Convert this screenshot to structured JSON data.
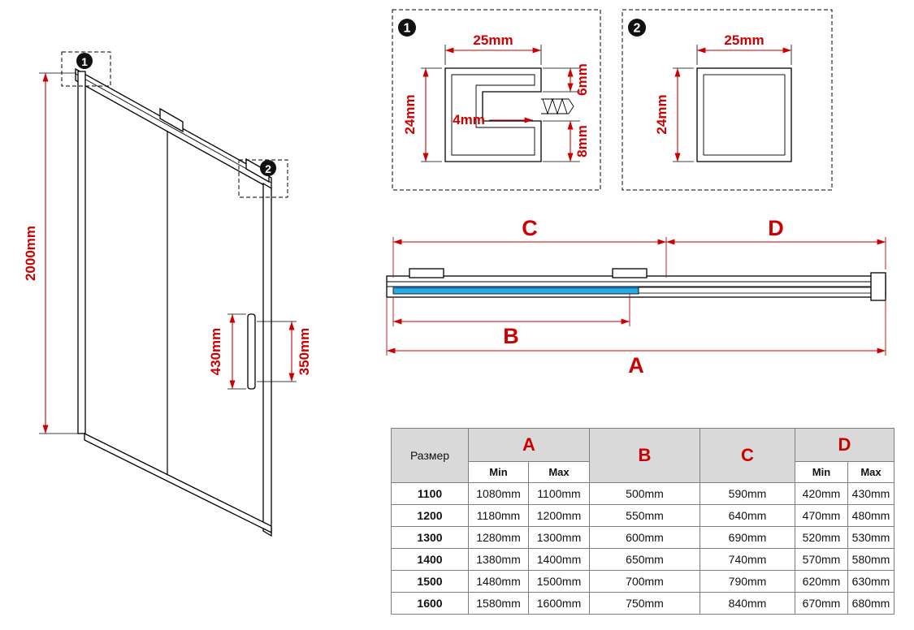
{
  "colors": {
    "dimension_red": "#cc0000",
    "glass_blue": "#29abe2",
    "header_gray": "#d9d9d9",
    "line_black": "#000000"
  },
  "door": {
    "height": "2000mm",
    "handle_length": "430mm",
    "handle_holes": "350mm",
    "callout1": "1",
    "callout2": "2"
  },
  "detail1": {
    "badge": "1",
    "dim_width": "25mm",
    "dim_height": "24mm",
    "dim_top_lip": "6mm",
    "dim_slot": "4mm",
    "dim_bottom_lip": "8mm"
  },
  "detail2": {
    "badge": "2",
    "dim_width": "25mm",
    "dim_height": "24mm"
  },
  "section": {
    "label_a": "A",
    "label_b": "B",
    "label_c": "C",
    "label_d": "D"
  },
  "table": {
    "col_size": "Размер",
    "col_a": "A",
    "col_b": "B",
    "col_c": "C",
    "col_d": "D",
    "sub_min": "Min",
    "sub_max": "Max",
    "rows": [
      {
        "size": "1100",
        "a_min": "1080mm",
        "a_max": "1100mm",
        "b": "500mm",
        "c": "590mm",
        "d_min": "420mm",
        "d_max": "430mm"
      },
      {
        "size": "1200",
        "a_min": "1180mm",
        "a_max": "1200mm",
        "b": "550mm",
        "c": "640mm",
        "d_min": "470mm",
        "d_max": "480mm"
      },
      {
        "size": "1300",
        "a_min": "1280mm",
        "a_max": "1300mm",
        "b": "600mm",
        "c": "690mm",
        "d_min": "520mm",
        "d_max": "530mm"
      },
      {
        "size": "1400",
        "a_min": "1380mm",
        "a_max": "1400mm",
        "b": "650mm",
        "c": "740mm",
        "d_min": "570mm",
        "d_max": "580mm"
      },
      {
        "size": "1500",
        "a_min": "1480mm",
        "a_max": "1500mm",
        "b": "700mm",
        "c": "790mm",
        "d_min": "620mm",
        "d_max": "630mm"
      },
      {
        "size": "1600",
        "a_min": "1580mm",
        "a_max": "1600mm",
        "b": "750mm",
        "c": "840mm",
        "d_min": "670mm",
        "d_max": "680mm"
      }
    ]
  }
}
